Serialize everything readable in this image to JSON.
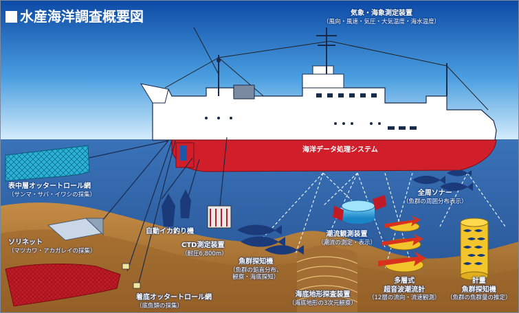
{
  "title": "水産海洋調査概要図",
  "labels": {
    "weather": {
      "main": "気象・海象測定装置",
      "sub": "（風向・風速・気圧・大気温度・海水温度）"
    },
    "data_system": {
      "main": "海洋データ処理システム"
    },
    "trawl_mid": {
      "main": "表中層オッタートロール網",
      "sub": "（サンマ・サバ・イワシの採集）"
    },
    "sled_net": {
      "main": "ソリネット",
      "sub": "（マツカワ・アカガレイの採集）"
    },
    "bottom_trawl": {
      "main": "着底オッタートロール網",
      "sub": "（底魚類の採集）"
    },
    "squid": {
      "main": "自動イカ釣り機"
    },
    "ctd": {
      "main": "CTD測定装置",
      "sub": "（耐圧6,800m）"
    },
    "fish_finder": {
      "main": "魚群探知機",
      "sub1": "（魚群の鉛直分布、",
      "sub2": "観察・海底探知）"
    },
    "tide_gauge": {
      "main": "潮流観測装置",
      "sub": "（潮流の測定・表示）"
    },
    "sonar": {
      "main": "全周ソナー",
      "sub": "（魚群の周囲分布表示）"
    },
    "seabed": {
      "main": "海底地形探査装置",
      "sub": "（海底地形の3次元観察）"
    },
    "doppler": {
      "main1": "多層式",
      "main2": "超音波潮流計",
      "sub": "（12層の流向・流速観測）"
    },
    "quant_finder": {
      "main1": "計量",
      "main2": "魚群探知機",
      "sub": "（魚群の魚群量の推定）"
    }
  },
  "colors": {
    "sky_top": "#1a5fb8",
    "sky_bottom": "#bfe4fb",
    "sea": "#2d5fa8",
    "seabed": "#b07a3a",
    "hull": "#d01f2a",
    "net_cyan": "#2bb3d6",
    "net_red": "#c01a26",
    "fish": "#1b3a7a",
    "coil_yellow": "#f3c52d"
  }
}
